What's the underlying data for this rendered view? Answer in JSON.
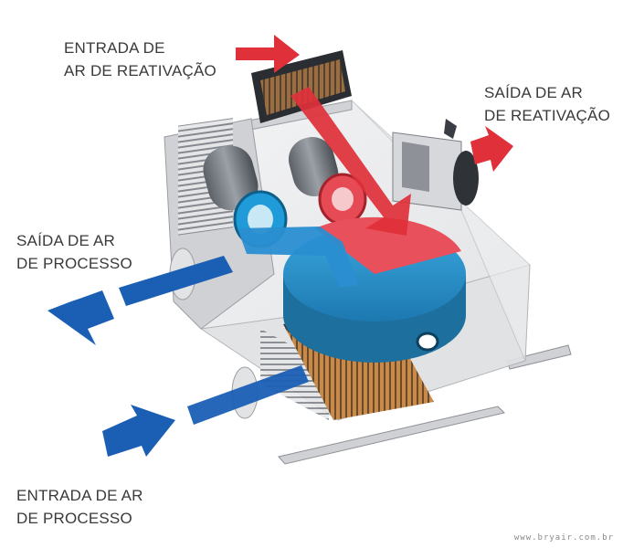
{
  "labels": {
    "reactivation_in": [
      "ENTRADA DE",
      "AR DE REATIVAÇÃO"
    ],
    "reactivation_out": [
      "SAÍDA DE AR",
      "DE REATIVAÇÃO"
    ],
    "process_out": [
      "SAÍDA DE AR",
      "DE PROCESSO"
    ],
    "process_in": [
      "ENTRADA DE AR",
      "DE PROCESSO"
    ]
  },
  "watermark": "www.bryair.com.br",
  "colors": {
    "reactivation_arrow": "#e0303a",
    "process_arrow": "#1b5fb5",
    "rotor_body": "#2a90c8",
    "casing": "#d9dadc"
  }
}
